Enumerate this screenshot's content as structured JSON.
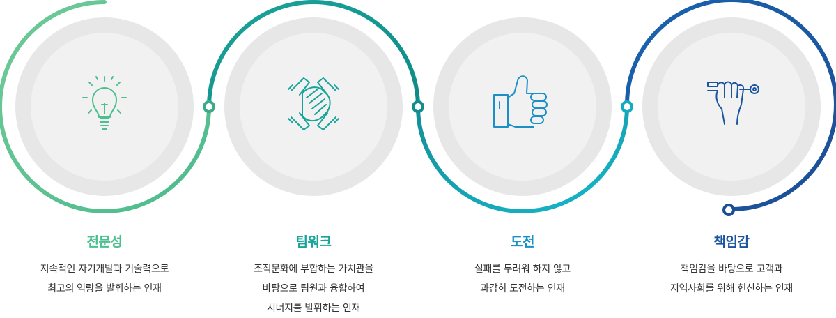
{
  "values": [
    {
      "title": "전문성",
      "lines": [
        "지속적인 자기개발과 기술력으로",
        "최고의 역량을 발휘하는 인재"
      ],
      "icon": "lightbulb-icon",
      "color": "#4cbf8f"
    },
    {
      "title": "팀워크",
      "lines": [
        "조직문화에 부합하는 가치관을",
        "바탕으로 팀원과 융합하여",
        "시너지를 발휘하는 인재"
      ],
      "icon": "teamwork-hands-icon",
      "color": "#17a39a"
    },
    {
      "title": "도전",
      "lines": [
        "실패를 두려워 하지 않고",
        "과감히 도전하는 인재"
      ],
      "icon": "thumbs-up-icon",
      "color": "#1a8fc8"
    },
    {
      "title": "책임감",
      "lines": [
        "책임감을 바탕으로 고객과",
        "지역사회를 위해 헌신하는 인재"
      ],
      "icon": "hand-holding-key-icon",
      "color": "#1b55a0"
    }
  ],
  "colors": {
    "arc1": "#5cc595",
    "arc2": "#12a59e",
    "arc3": "#13b3c6",
    "arc4": "#1a4f98",
    "ring": "#e7e7e7",
    "disc": "#f1f1f1"
  }
}
